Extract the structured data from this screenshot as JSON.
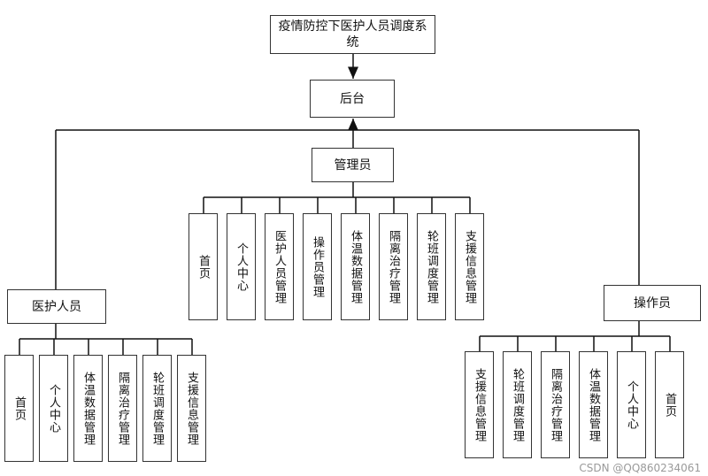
{
  "root": {
    "label": "疫情防控下医护人员调度系统"
  },
  "backend": {
    "label": "后台"
  },
  "admin": {
    "label": "管理员",
    "modules": [
      "首页",
      "个人中心",
      "医护人员管理",
      "操作员管理",
      "体温数据管理",
      "隔离治疗管理",
      "轮班调度管理",
      "支援信息管理"
    ]
  },
  "medical": {
    "label": "医护人员",
    "modules": [
      "首页",
      "个人中心",
      "体温数据管理",
      "隔离治疗管理",
      "轮班调度管理",
      "支援信息管理"
    ]
  },
  "operator": {
    "label": "操作员",
    "modules": [
      "支援信息管理",
      "轮班调度管理",
      "隔离治疗管理",
      "体温数据管理",
      "个人中心",
      "首页"
    ]
  },
  "watermark": "CSDN @QQ860234061"
}
